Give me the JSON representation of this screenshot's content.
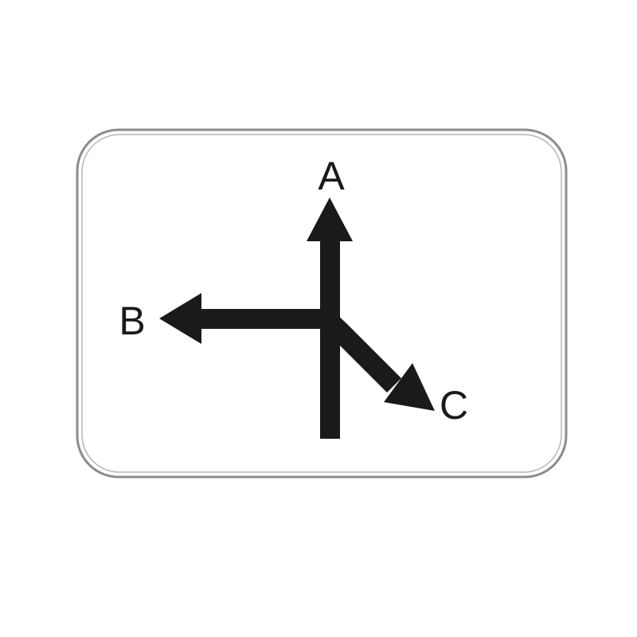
{
  "sign": {
    "background_color": "#ffffff",
    "border_color": "#8c8c8c",
    "arrow_color": "#1a1a1a",
    "labels": {
      "a": "A",
      "b": "B",
      "c": "C"
    },
    "directions": {
      "a": "straight-up",
      "b": "left",
      "c": "down-right"
    }
  }
}
